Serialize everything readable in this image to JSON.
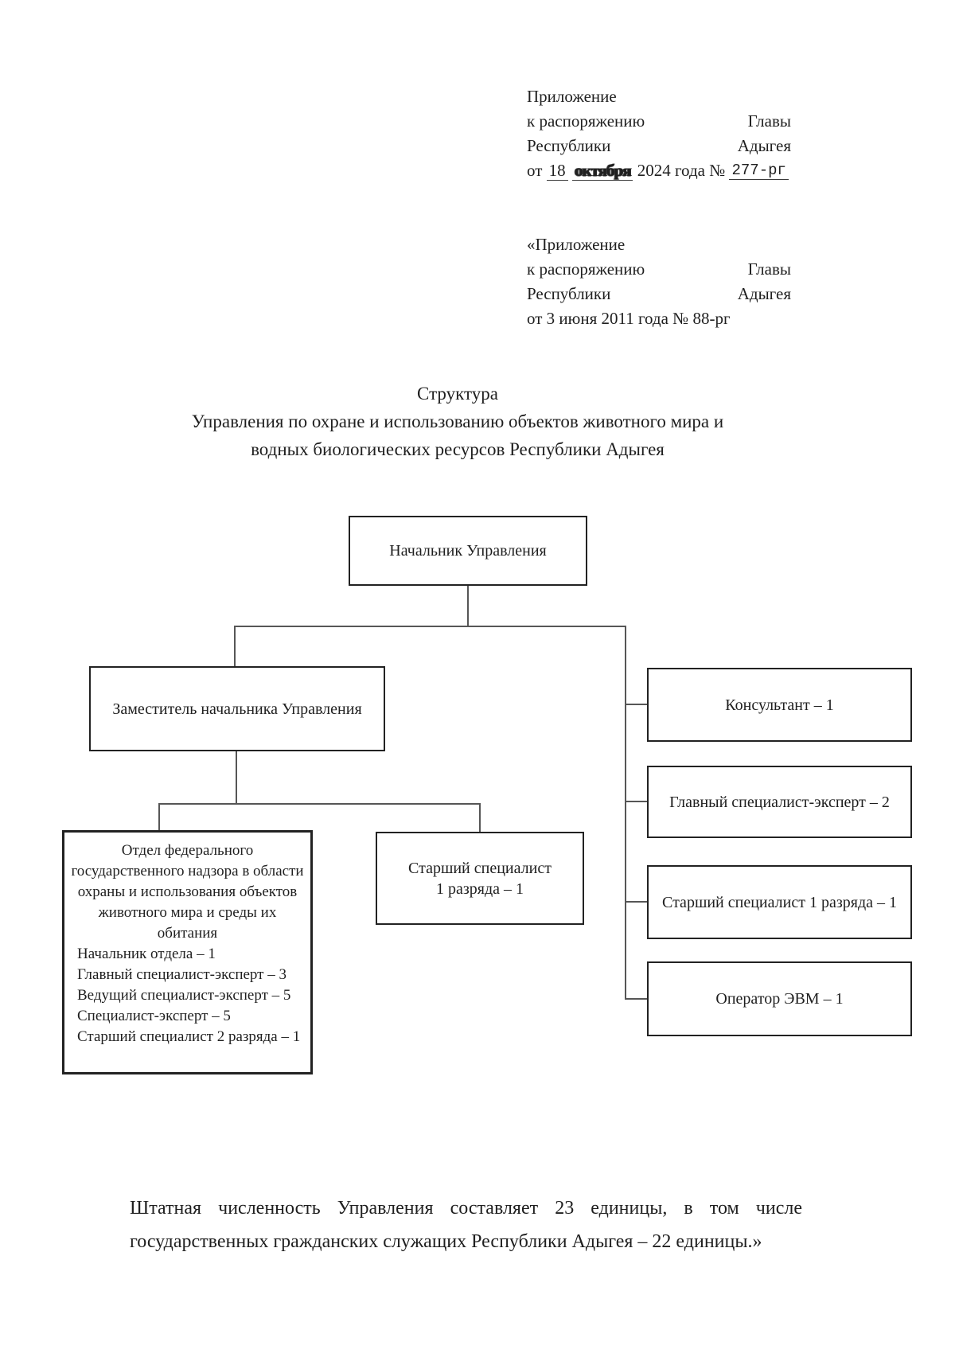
{
  "colors": {
    "background": "#ffffff",
    "ink": "#1f1f1f",
    "box_border": "#222222",
    "connector": "#565656"
  },
  "header": {
    "block1": {
      "line1": "Приложение",
      "line2_left": "к распоряжению",
      "line2_right": "Главы",
      "line3_left": "Республики",
      "line3_right": "Адыгея",
      "date_prefix": "от",
      "date_day": "18",
      "date_month": "октября",
      "date_mid": "2024 года №",
      "date_number": "277-рг"
    },
    "block2": {
      "line1": "«Приложение",
      "line2_left": "к распоряжению",
      "line2_right": "Главы",
      "line3_left": "Республики",
      "line3_right": "Адыгея",
      "date_line": "от 3 июня  2011 года № 88-рг"
    }
  },
  "title": {
    "line1": "Структура",
    "line2": "Управления по охране и использованию объектов животного мира и",
    "line3": "водных биологических ресурсов Республики Адыгея"
  },
  "org_chart": {
    "chief": {
      "label": "Начальник Управления"
    },
    "deputy": {
      "label": "Заместитель начальника Управления"
    },
    "department": {
      "title_lines": [
        "Отдел федерального",
        "государственного надзора в области",
        "охраны и использования объектов",
        "животного мира и среды их",
        "обитания"
      ],
      "staff": [
        "Начальник отдела – 1",
        "Главный специалист-эксперт – 3",
        "Ведущий специалист-эксперт – 5",
        "Специалист-эксперт – 5",
        "Старший специалист 2 разряда – 1"
      ]
    },
    "senior_specialist_mid": {
      "lines": [
        "Старший специалист",
        "1 разряда – 1"
      ]
    },
    "consultant": {
      "label": "Консультант – 1"
    },
    "chief_specialist_expert": {
      "label": "Главный специалист-эксперт – 2"
    },
    "senior_specialist_right": {
      "label": "Старший специалист 1 разряда – 1"
    },
    "computer_operator": {
      "label": "Оператор ЭВМ – 1"
    }
  },
  "footer": {
    "text": "Штатная численность Управления составляет 23 единицы, в том числе государственных гражданских служащих Республики Адыгея – 22 единицы.»"
  }
}
